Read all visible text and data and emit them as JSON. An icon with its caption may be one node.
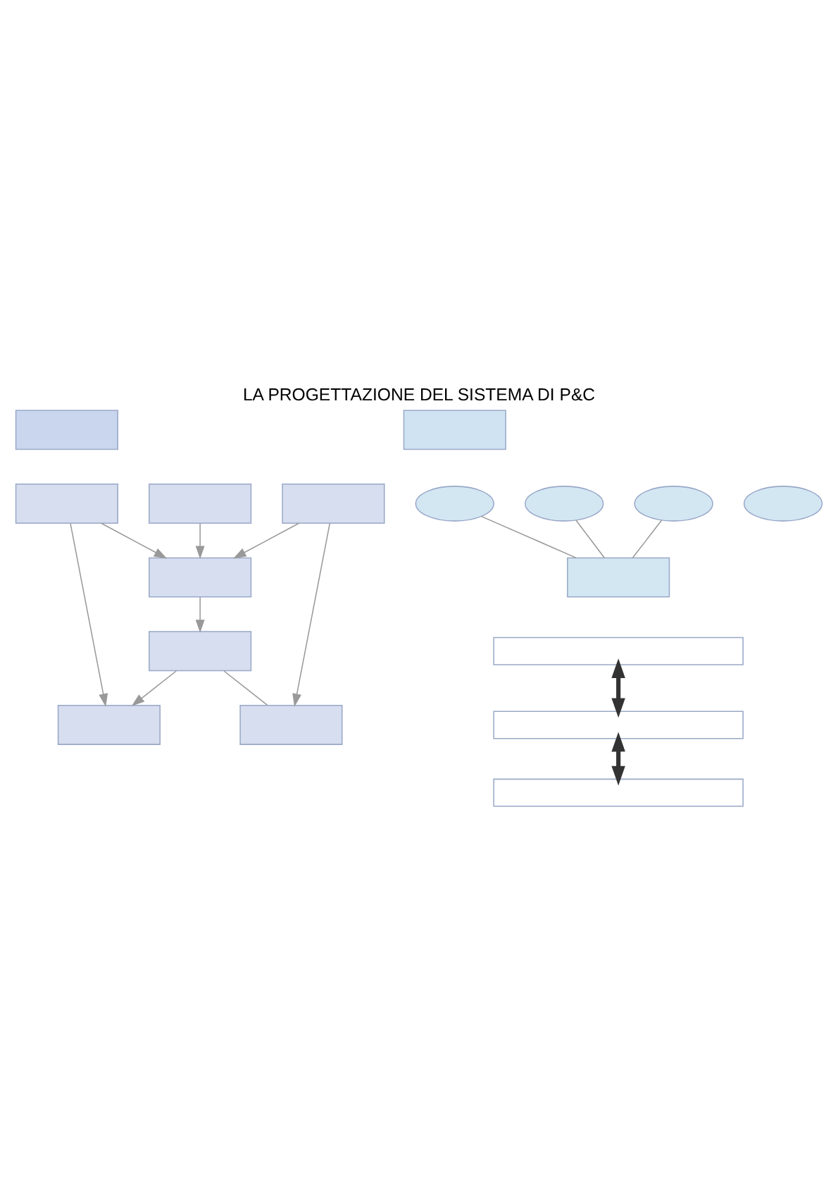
{
  "diagram": {
    "title": "LA PROGETTAZIONE DEL SISTEMA DI P&C",
    "nodes": [
      {
        "text": [],
        "shape": "box"
      },
      {
        "text": [],
        "shape": "box"
      },
      {
        "text": [],
        "shape": "box"
      },
      {
        "text": [],
        "shape": "box"
      },
      {
        "text": [],
        "shape": "box"
      },
      {
        "text": [],
        "shape": "box"
      },
      {
        "text": [],
        "shape": "box"
      },
      {
        "text": [],
        "shape": "box"
      },
      {
        "text": [],
        "shape": "box"
      },
      {
        "text": [],
        "shape": "ellipse"
      },
      {
        "text": [],
        "shape": "ellipse"
      },
      {
        "text": [],
        "shape": "ellipse"
      },
      {
        "text": [],
        "shape": "ellipse"
      },
      {
        "text": [],
        "shape": "box"
      },
      {
        "text": [],
        "shape": "bar"
      },
      {
        "text": [],
        "shape": "bar"
      },
      {
        "text": [],
        "shape": "bar"
      }
    ],
    "edges": [
      {
        "from": 1,
        "to": 4,
        "arrow": "to"
      },
      {
        "from": 2,
        "to": 4,
        "arrow": "to"
      },
      {
        "from": 3,
        "to": 4,
        "arrow": "to"
      },
      {
        "from": 4,
        "to": 5,
        "arrow": "to"
      },
      {
        "from": 3,
        "to": 6,
        "arrow": "to"
      },
      {
        "from": 5,
        "to": 6,
        "arrow": "none"
      },
      {
        "from": 5,
        "to": 7,
        "arrow": "to"
      },
      {
        "from": 1,
        "to": 7,
        "arrow": "to"
      },
      {
        "from": 9,
        "to": 13,
        "arrow": "none"
      },
      {
        "from": 10,
        "to": 13,
        "arrow": "none"
      },
      {
        "from": 11,
        "to": 13,
        "arrow": "none"
      },
      {
        "from": 14,
        "to": 15,
        "arrow": "both",
        "style": "thick",
        "color": "#333333"
      },
      {
        "from": 15,
        "to": 16,
        "arrow": "both",
        "style": "thick",
        "color": "#333333"
      }
    ]
  }
}
